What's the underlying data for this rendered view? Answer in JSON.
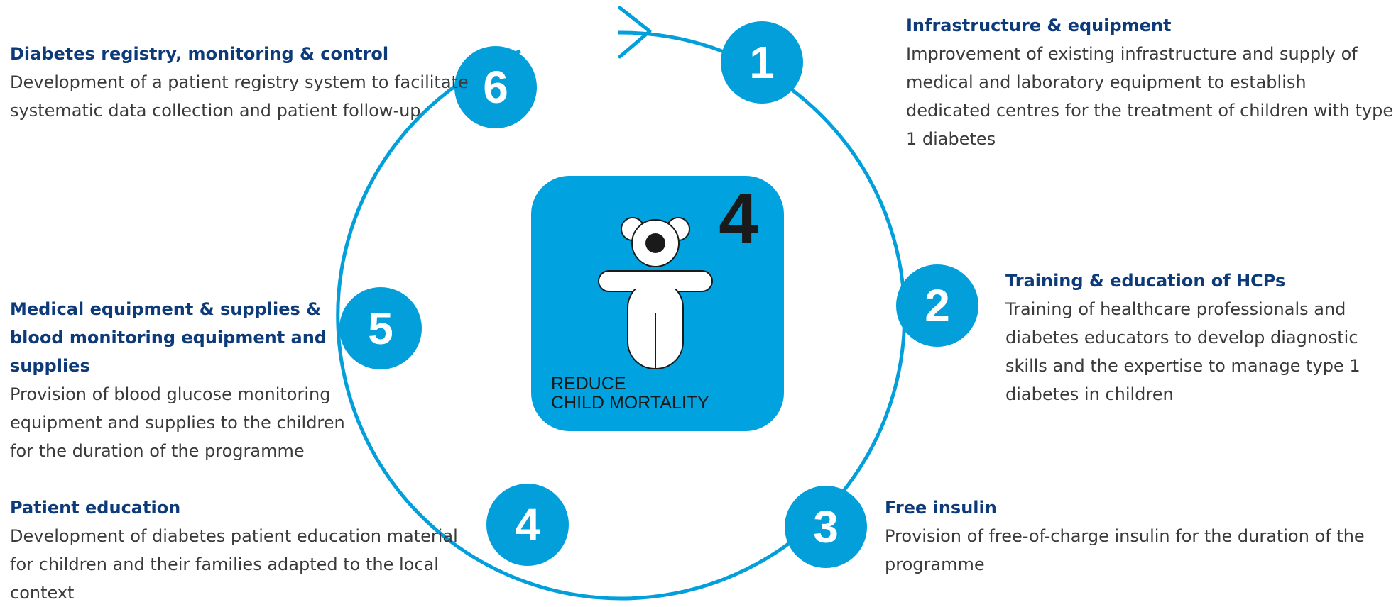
{
  "colors": {
    "accent": "#029fdb",
    "heading": "#0d3b7a",
    "body_text": "#3a3a3a",
    "mdg_box": "#00a3e0",
    "mdg_number": "#1a1a1a",
    "white": "#ffffff"
  },
  "cycle": {
    "steps": [
      {
        "number": "1",
        "heading": "Infrastructure & equipment",
        "body": "Improvement of existing infrastructure and supply of medical and laboratory equipment to establish dedicated centres for the treatment of children with type 1 diabetes"
      },
      {
        "number": "2",
        "heading": "Training & education of HCPs",
        "body": "Training of healthcare professionals and diabetes educators to develop diagnostic skills and the expertise to manage type 1 diabetes in children"
      },
      {
        "number": "3",
        "heading": "Free insulin",
        "body": "Provision of free-of-charge insulin for the duration of the programme"
      },
      {
        "number": "4",
        "heading": "Patient education",
        "body": "Development of diabetes patient education material for children and their families adapted to the local context"
      },
      {
        "number": "5",
        "heading": "Medical equipment & supplies & blood monitoring equipment and supplies",
        "body": "Provision of blood glucose monitoring equipment and supplies to the children for the duration of the programme"
      },
      {
        "number": "6",
        "heading": "Diabetes registry, monitoring & control",
        "body": "Development of a patient registry system to facilitate systematic data collection and patient follow-up"
      }
    ]
  },
  "mdg": {
    "number": "4",
    "label_line1": "REDUCE",
    "label_line2": "CHILD MORTALITY",
    "icon": "child-icon"
  }
}
